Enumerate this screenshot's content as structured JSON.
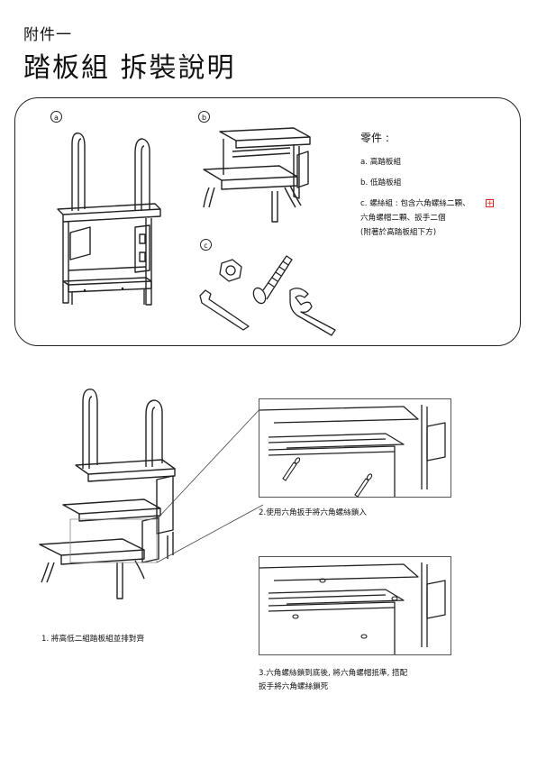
{
  "header": {
    "appendix": "附件一",
    "title": "踏板組 拆裝說明"
  },
  "parts_panel": {
    "label_a": "a",
    "label_b": "b",
    "label_c": "c",
    "heading": "零件 :",
    "lines": [
      "a. 高踏板組",
      "b. 低踏板組",
      "c. 螺絲組 : 包含六角螺絲二顆、",
      "六角螺帽二顆、扳手二個",
      " (附著於高踏板組下方)"
    ],
    "marker": "+"
  },
  "steps": {
    "step1": "1. 將高低二組踏板組並排對齊",
    "step2": "2.使用六角扳手將六角螺絲鎖入",
    "step3_line1": "3.六角螺絲鎖到底後, 將六角螺帽抵準, 搭配",
    "step3_line2": "扳手將六角螺絲鎖死"
  }
}
